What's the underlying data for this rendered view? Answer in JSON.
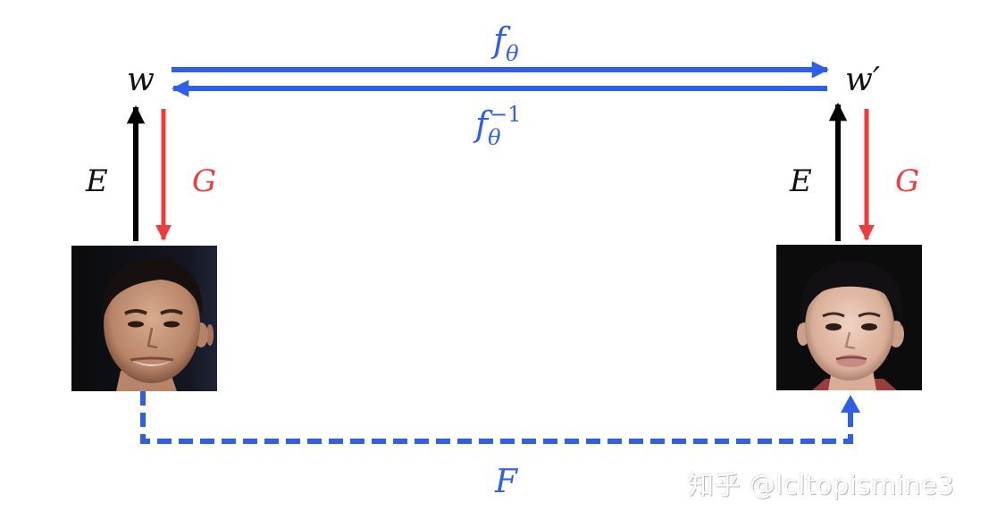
{
  "diagram": {
    "nodes": {
      "latent_source": "w",
      "latent_target": "w′",
      "encoder_left": "E",
      "generator_left": "G",
      "encoder_right": "E",
      "generator_right": "G",
      "image_source": "adult face image",
      "image_target": "child face image"
    },
    "edges": {
      "forward_map": {
        "base": "f",
        "sub": "θ"
      },
      "inverse_map": {
        "base": "f",
        "sub": "θ",
        "sup": "−1"
      },
      "image_transform": "F"
    },
    "colors": {
      "mapping": "#2e5fe8",
      "encoder": "#000000",
      "generator": "#ef3b3b",
      "label_black": "#111111"
    }
  },
  "watermark": "知乎 @lcltopismine3"
}
